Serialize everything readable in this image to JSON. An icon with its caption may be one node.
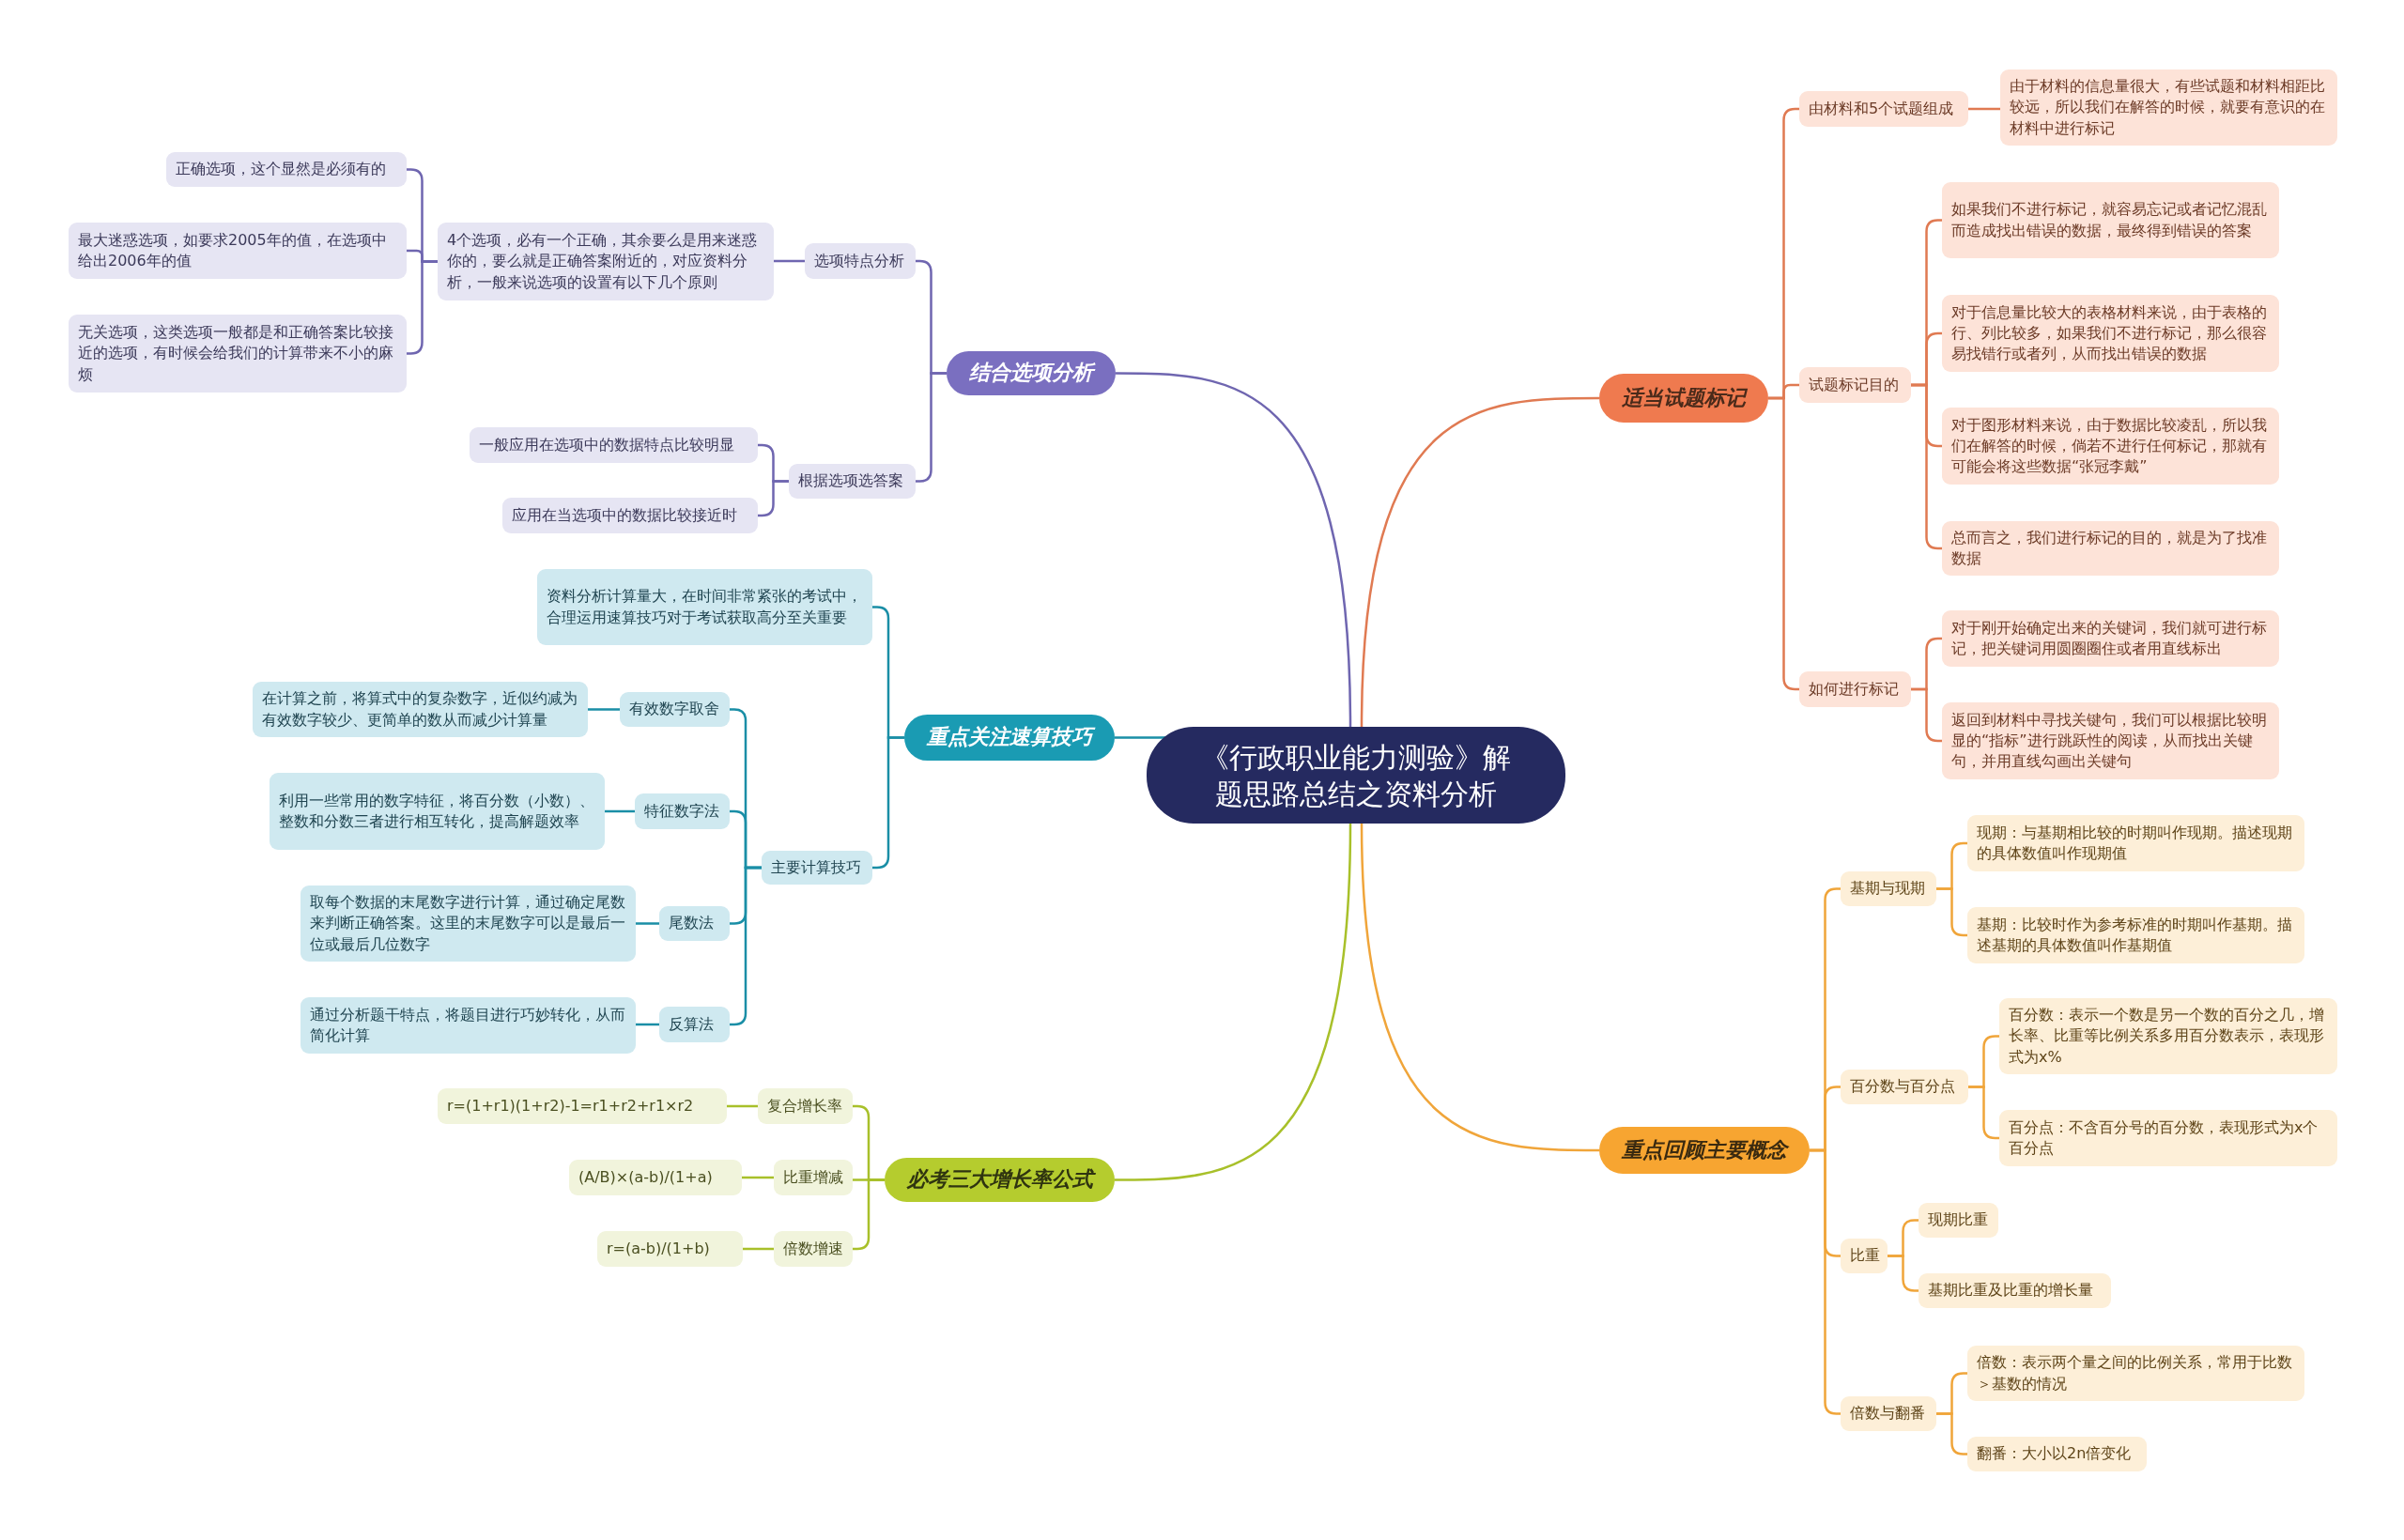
{
  "diagram": {
    "nodes": [
      {
        "text": [
          "《行政职业能力测验》解题思路总结之资料分析"
        ]
      },
      {
        "text": [
          "适当试题标记"
        ]
      },
      {
        "text": [
          "由材料和5个试题组成"
        ]
      },
      {
        "text": [
          "由于材料的信息量很大，有些试题和材料相距比较远，所以我们在解答的时候，就要有意识的在材料中进行标记"
        ]
      },
      {
        "text": [
          "试题标记目的"
        ]
      },
      {
        "text": [
          "如果我们不进行标记，就容易忘记或者记忆混乱而造成找出错误的数据，最终得到错误的答案"
        ]
      },
      {
        "text": [
          "对于信息量比较大的表格材料来说，由于表格的行、列比较多，如果我们不进行标记，那么很容易找错行或者列，从而找出错误的数据"
        ]
      },
      {
        "text": [
          "对于图形材料来说，由于数据比较凌乱，所以我们在解答的时候，倘若不进行任何标记，那就有可能会将这些数据“张冠李戴”"
        ]
      },
      {
        "text": [
          "总而言之，我们进行标记的目的，就是为了找准数据"
        ]
      },
      {
        "text": [
          "如何进行标记"
        ]
      },
      {
        "text": [
          "对于刚开始确定出来的关键词，我们就可进行标记，把关键词用圆圈圈住或者用直线标出"
        ]
      },
      {
        "text": [
          "返回到材料中寻找关键句，我们可以根据比较明显的“指标”进行跳跃性的阅读，从而找出关键句，并用直线勾画出关键句"
        ]
      },
      {
        "text": [
          "重点回顾主要概念"
        ]
      },
      {
        "text": [
          "基期与现期"
        ]
      },
      {
        "text": [
          "现期：与基期相比较的时期叫作现期。描述现期的具体数值叫作现期值"
        ]
      },
      {
        "text": [
          "基期：比较时作为参考标准的时期叫作基期。描述基期的具体数值叫作基期值"
        ]
      },
      {
        "text": [
          "百分数与百分点"
        ]
      },
      {
        "text": [
          "百分数：表示一个数是另一个数的百分之几，增长率、比重等比例关系多用百分数表示，表现形式为x%"
        ]
      },
      {
        "text": [
          "百分点：不含百分号的百分数，表现形式为x个百分点"
        ]
      },
      {
        "text": [
          "比重"
        ]
      },
      {
        "text": [
          "现期比重"
        ]
      },
      {
        "text": [
          "基期比重及比重的增长量"
        ]
      },
      {
        "text": [
          "倍数与翻番"
        ]
      },
      {
        "text": [
          "倍数：表示两个量之间的比例关系，常用于比数＞基数的情况"
        ]
      },
      {
        "text": [
          "翻番：大小以2n倍变化"
        ]
      },
      {
        "text": [
          "结合选项分析"
        ]
      },
      {
        "text": [
          "选项特点分析"
        ]
      },
      {
        "text": [
          "4个选项，必有一个正确，其余要么是用来迷惑你的，要么就是正确答案附近的，对应资料分析，一般来说选项的设置有以下几个原则"
        ]
      },
      {
        "text": [
          "正确选项，这个显然是必须有的"
        ]
      },
      {
        "text": [
          "最大迷惑选项，如要求2005年的值，在选项中给出2006年的值"
        ]
      },
      {
        "text": [
          "无关选项，这类选项一般都是和正确答案比较接近的选项，有时候会给我们的计算带来不小的麻烦"
        ]
      },
      {
        "text": [
          "根据选项选答案"
        ]
      },
      {
        "text": [
          "一般应用在选项中的数据特点比较明显"
        ]
      },
      {
        "text": [
          "应用在当选项中的数据比较接近时"
        ]
      },
      {
        "text": [
          "重点关注速算技巧"
        ]
      },
      {
        "text": [
          "资料分析计算量大，在时间非常紧张的考试中，合理运用速算技巧对于考试获取高分至关重要"
        ]
      },
      {
        "text": [
          "主要计算技巧"
        ]
      },
      {
        "text": [
          "有效数字取舍"
        ]
      },
      {
        "text": [
          "在计算之前，将算式中的复杂数字，近似约减为有效数字较少、更简单的数从而减少计算量"
        ]
      },
      {
        "text": [
          "特征数字法"
        ]
      },
      {
        "text": [
          "利用一些常用的数字特征，将百分数（小数）、整数和分数三者进行相互转化，提高解题效率"
        ]
      },
      {
        "text": [
          "尾数法"
        ]
      },
      {
        "text": [
          "取每个数据的末尾数字进行计算，通过确定尾数来判断正确答案。这里的末尾数字可以是最后一位或最后几位数字"
        ]
      },
      {
        "text": [
          "反算法"
        ]
      },
      {
        "text": [
          "通过分析题干特点，将题目进行巧妙转化，从而简化计算"
        ]
      },
      {
        "text": [
          "必考三大增长率公式"
        ]
      },
      {
        "text": [
          "复合增长率"
        ]
      },
      {
        "text": [
          "r=(1+r1)(1+r2)-1=r1+r2+r1×r2"
        ]
      },
      {
        "text": [
          "比重增减"
        ]
      },
      {
        "text": [
          "(A/B)×(a-b)/(1+a)"
        ]
      },
      {
        "text": [
          "倍数增速"
        ]
      },
      {
        "text": [
          "r=(a-b)/(1+b)"
        ]
      }
    ],
    "edges": [
      {
        "from": 0,
        "to": 1,
        "arrow": "none",
        "color": "#e07a52"
      },
      {
        "from": 1,
        "to": 2,
        "arrow": "none",
        "color": "#e07a52"
      },
      {
        "from": 2,
        "to": 3,
        "arrow": "none",
        "color": "#e07a52"
      },
      {
        "from": 1,
        "to": 4,
        "arrow": "none",
        "color": "#e07a52"
      },
      {
        "from": 4,
        "to": 5,
        "arrow": "none",
        "color": "#e07a52"
      },
      {
        "from": 4,
        "to": 6,
        "arrow": "none",
        "color": "#e07a52"
      },
      {
        "from": 4,
        "to": 7,
        "arrow": "none",
        "color": "#e07a52"
      },
      {
        "from": 4,
        "to": 8,
        "arrow": "none",
        "color": "#e07a52"
      },
      {
        "from": 1,
        "to": 9,
        "arrow": "none",
        "color": "#e07a52"
      },
      {
        "from": 9,
        "to": 10,
        "arrow": "none",
        "color": "#e07a52"
      },
      {
        "from": 9,
        "to": 11,
        "arrow": "none",
        "color": "#e07a52"
      },
      {
        "from": 0,
        "to": 12,
        "arrow": "none"
      },
      {
        "from": 12,
        "to": 13,
        "arrow": "none"
      },
      {
        "from": 13,
        "to": 14,
        "arrow": "none"
      },
      {
        "from": 13,
        "to": 15,
        "arrow": "none"
      },
      {
        "from": 12,
        "to": 16,
        "arrow": "none"
      },
      {
        "from": 16,
        "to": 17,
        "arrow": "none"
      },
      {
        "from": 16,
        "to": 18,
        "arrow": "none"
      },
      {
        "from": 12,
        "to": 19,
        "arrow": "none"
      },
      {
        "from": 19,
        "to": 20,
        "arrow": "none"
      },
      {
        "from": 19,
        "to": 21,
        "arrow": "none"
      },
      {
        "from": 12,
        "to": 22,
        "arrow": "none"
      },
      {
        "from": 22,
        "to": 23,
        "arrow": "none"
      },
      {
        "from": 22,
        "to": 24,
        "arrow": "none"
      },
      {
        "from": 0,
        "to": 25,
        "arrow": "none",
        "color": "#6f66b0"
      },
      {
        "from": 25,
        "to": 26,
        "arrow": "none",
        "color": "#6f66b0"
      },
      {
        "from": 26,
        "to": 27,
        "arrow": "none",
        "color": "#6f66b0"
      },
      {
        "from": 27,
        "to": 28,
        "arrow": "none",
        "color": "#6f66b0"
      },
      {
        "from": 27,
        "to": 29,
        "arrow": "none",
        "color": "#6f66b0"
      },
      {
        "from": 27,
        "to": 30,
        "arrow": "none",
        "color": "#6f66b0"
      },
      {
        "from": 25,
        "to": 31,
        "arrow": "none",
        "color": "#6f66b0"
      },
      {
        "from": 31,
        "to": 32,
        "arrow": "none",
        "color": "#6f66b0"
      },
      {
        "from": 31,
        "to": 33,
        "arrow": "none",
        "color": "#6f66b0"
      },
      {
        "from": 0,
        "to": 34,
        "arrow": "none",
        "color": "#1a8ea6"
      },
      {
        "from": 34,
        "to": 35,
        "arrow": "none",
        "color": "#1a8ea6"
      },
      {
        "from": 34,
        "to": 36,
        "arrow": "none",
        "color": "#1a8ea6"
      },
      {
        "from": 36,
        "to": 37,
        "arrow": "none",
        "color": "#1a8ea6"
      },
      {
        "from": 37,
        "to": 38,
        "arrow": "none",
        "color": "#1a8ea6"
      },
      {
        "from": 36,
        "to": 39,
        "arrow": "none",
        "color": "#1a8ea6"
      },
      {
        "from": 39,
        "to": 40,
        "arrow": "none",
        "color": "#1a8ea6"
      },
      {
        "from": 36,
        "to": 41,
        "arrow": "none",
        "color": "#1a8ea6"
      },
      {
        "from": 41,
        "to": 42,
        "arrow": "none",
        "color": "#1a8ea6"
      },
      {
        "from": 36,
        "to": 43,
        "arrow": "none",
        "color": "#1a8ea6"
      },
      {
        "from": 43,
        "to": 44,
        "arrow": "none",
        "color": "#1a8ea6"
      },
      {
        "from": 0,
        "to": 45,
        "arrow": "none",
        "color": "#a8c02a"
      },
      {
        "from": 45,
        "to": 46,
        "arrow": "none",
        "color": "#a8c02a"
      },
      {
        "from": 46,
        "to": 47,
        "arrow": "none",
        "color": "#a8c02a"
      },
      {
        "from": 45,
        "to": 48,
        "arrow": "none",
        "color": "#a8c02a"
      },
      {
        "from": 48,
        "to": 49,
        "arrow": "none",
        "color": "#a8c02a"
      },
      {
        "from": 45,
        "to": 50,
        "arrow": "none",
        "color": "#a8c02a"
      },
      {
        "from": 50,
        "to": 51,
        "arrow": "none",
        "color": "#a8c02a"
      }
    ]
  }
}
